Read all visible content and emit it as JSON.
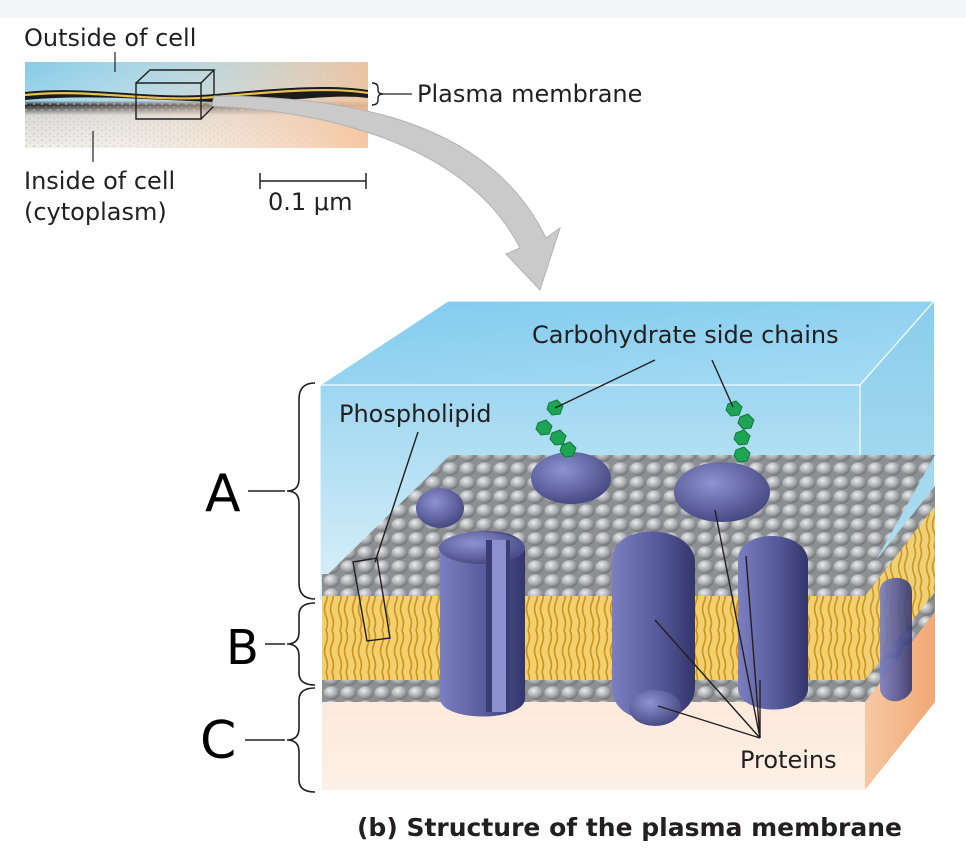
{
  "labels": {
    "outside_of_cell": "Outside of cell",
    "plasma_membrane": "Plasma membrane",
    "inside_of_cell_line1": "Inside of cell",
    "inside_of_cell_line2": "(cytoplasm)",
    "scale_bar": "0.1 μm",
    "carbohydrate_side_chains": "Carbohydrate side chains",
    "phospholipid": "Phospholipid",
    "proteins": "Proteins"
  },
  "region_letters": {
    "a": "A",
    "b": "B",
    "c": "C"
  },
  "caption": "(b) Structure of the plasma membrane",
  "colors": {
    "extracellular_fluid": "#8fd0ee",
    "cytoplasm": "#f9c9a4",
    "lipid_head": "#a7a9ac",
    "lipid_tail": "#e9b84a",
    "protein": "#5b5e9e",
    "carbohydrate": "#21a55a",
    "arrow": "#c9c9c9"
  }
}
